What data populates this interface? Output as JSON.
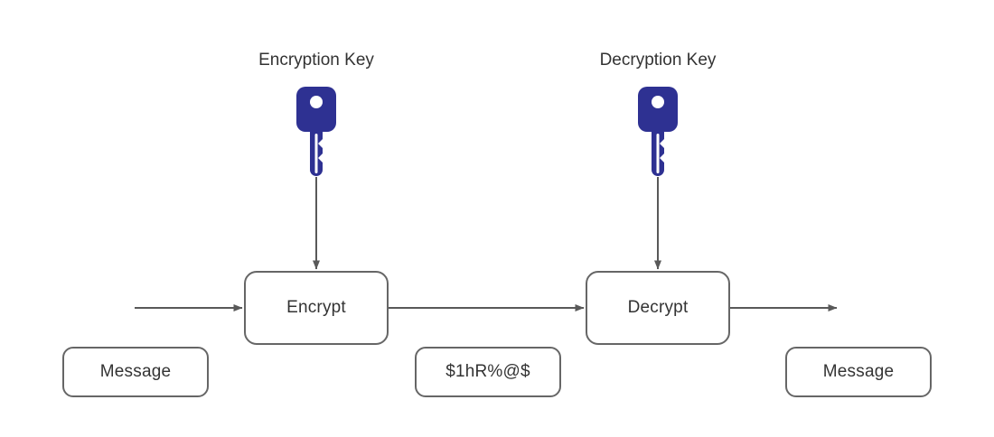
{
  "diagram": {
    "title": "symmetric-encryption-flow",
    "background_color": "#ffffff",
    "stroke_color": "#595959",
    "box_border_color": "#666666",
    "text_color": "#333333",
    "key_color": "#2e3192"
  },
  "labels": {
    "encryption_key": "Encryption Key",
    "decryption_key": "Decryption Key"
  },
  "nodes": {
    "encrypt": "Encrypt",
    "decrypt": "Decrypt",
    "message_in": "Message",
    "ciphertext": "$1hR%@$",
    "message_out": "Message"
  },
  "icons": {
    "encryption_key_icon": "key-icon",
    "decryption_key_icon": "key-icon",
    "arrow_head": "arrow-head-icon"
  }
}
